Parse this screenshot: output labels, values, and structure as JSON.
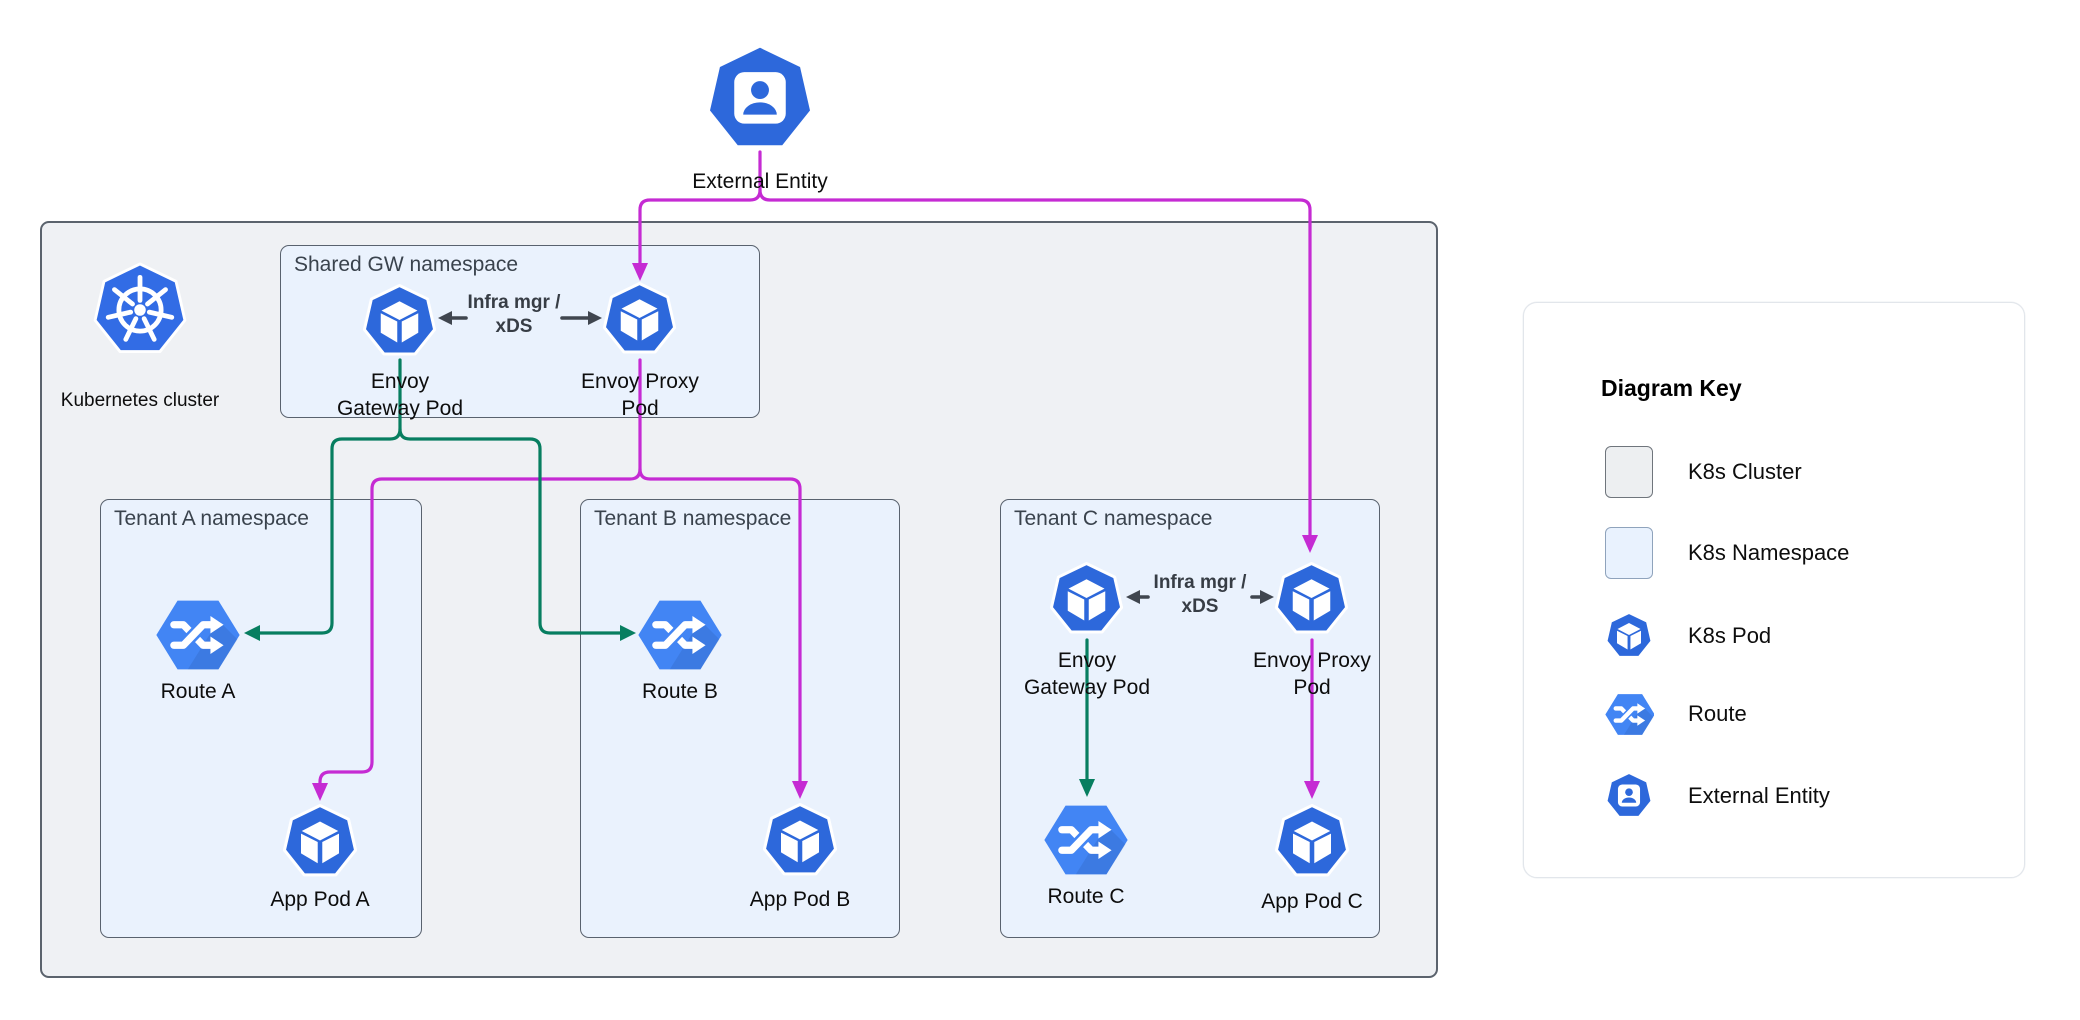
{
  "colors": {
    "pod_blue": "#2D68DB",
    "route_blue": "#4285F4",
    "k8s_blue": "#326CE5",
    "magenta_line": "#C52BD3",
    "green_line": "#077E60",
    "dark_arrow": "#40464F",
    "cluster_fill": "#EFF1F4",
    "cluster_border": "#5B636D",
    "namespace_fill": "#EAF2FD",
    "namespace_border": "#59626E"
  },
  "external_entity": {
    "label": "External Entity"
  },
  "cluster": {
    "label": "Kubernetes cluster",
    "shared_namespace": {
      "title": "Shared GW namespace",
      "gateway_pod_label": "Envoy Gateway Pod",
      "proxy_pod_label": "Envoy Proxy Pod",
      "link_label": "Infra mgr / xDS"
    },
    "tenant_a": {
      "title": "Tenant A namespace",
      "route_label": "Route A",
      "app_pod_label": "App Pod A"
    },
    "tenant_b": {
      "title": "Tenant B namespace",
      "route_label": "Route B",
      "app_pod_label": "App Pod B"
    },
    "tenant_c": {
      "title": "Tenant C namespace",
      "gateway_pod_label": "Envoy Gateway Pod",
      "proxy_pod_label": "Envoy Proxy Pod",
      "link_label": "Infra mgr / xDS",
      "route_label": "Route C",
      "app_pod_label": "App Pod C"
    }
  },
  "key": {
    "title": "Diagram Key",
    "items": [
      {
        "icon": "cluster-swatch",
        "label": "K8s Cluster"
      },
      {
        "icon": "namespace-swatch",
        "label": "K8s Namespace"
      },
      {
        "icon": "k8s-pod-icon",
        "label": "K8s Pod"
      },
      {
        "icon": "route-icon",
        "label": "Route"
      },
      {
        "icon": "external-entity-icon",
        "label": "External Entity"
      }
    ]
  }
}
